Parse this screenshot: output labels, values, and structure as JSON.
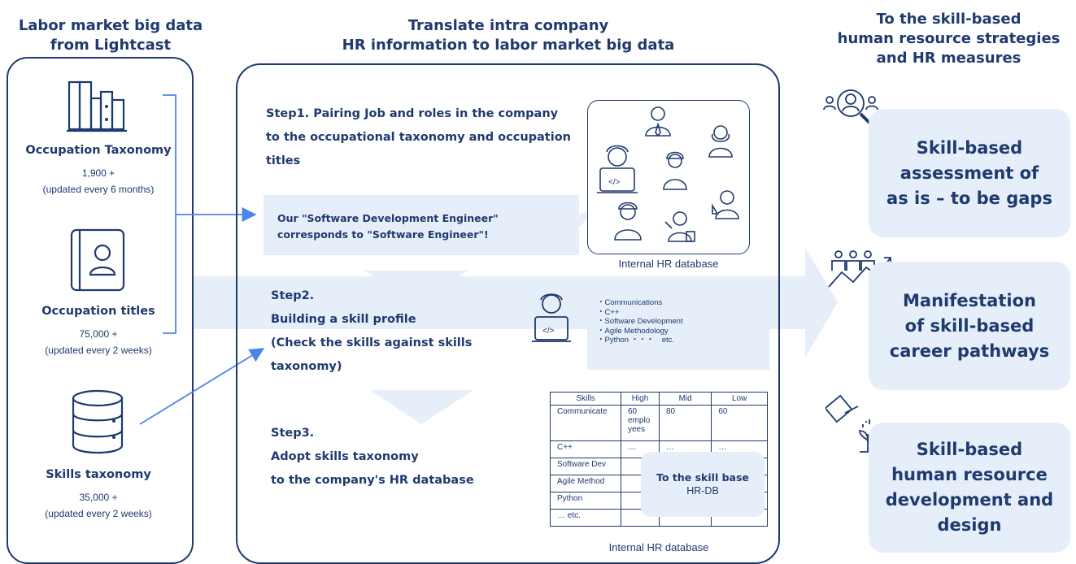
{
  "left": {
    "header_line1": "Labor market big data",
    "header_line2": "from Lightcast",
    "items": [
      {
        "title": "Occupation Taxonomy",
        "count": "1,900 +",
        "note": "(updated every 6 months)"
      },
      {
        "title": "Occupation titles",
        "count": "75,000 +",
        "note": "(updated every 2 weeks)"
      },
      {
        "title": "Skills taxonomy",
        "count": "35,000 +",
        "note": "(updated every 2 weeks)"
      }
    ]
  },
  "middle": {
    "header_line1": "Translate intra company",
    "header_line2": "HR information to labor market big data",
    "step1": [
      "Step1. Pairing Job and roles in the company",
      "to the occupational taxonomy and occupation",
      "titles"
    ],
    "callout1": [
      "Our \"Software Development Engineer\"",
      "corresponds to \"Software Engineer\"!"
    ],
    "db_caption_1": "Internal HR database",
    "step2": [
      "Step2.",
      "Building a skill profile",
      "(Check the skills against skills",
      "taxonomy)"
    ],
    "skill_list": [
      "・Communications",
      "・C++",
      "・Software Development",
      "・Agile Methodology",
      "・Python ・・・　etc."
    ],
    "step3": [
      "Step3.",
      "Adopt skills taxonomy",
      "to the company's HR database"
    ],
    "table": {
      "headers": [
        "Skills",
        "High",
        "Mid",
        "Low"
      ],
      "rows": [
        [
          "Communicate",
          "60 emplo yees",
          "80",
          "60"
        ],
        [
          "C++",
          "…",
          "…",
          "…"
        ],
        [
          "Software Dev",
          "",
          "",
          ""
        ],
        [
          "Agile Method",
          "",
          "",
          ""
        ],
        [
          "Python",
          "",
          "",
          ""
        ],
        [
          "… etc.",
          "",
          "",
          ""
        ]
      ]
    },
    "overlay_line1": "To the skill base",
    "overlay_line2": "HR-DB",
    "db_caption_2": "Internal HR database"
  },
  "right": {
    "header_line1": "To the skill-based",
    "header_line2": "human resource strategies",
    "header_line3": "and HR measures",
    "boxes": [
      [
        "Skill-based",
        "assessment of",
        "as is – to be gaps"
      ],
      [
        "Manifestation",
        "of skill-based",
        "career pathways"
      ],
      [
        "Skill-based",
        "human resource",
        "development and",
        "design"
      ]
    ]
  },
  "colors": {
    "navy": "#1f3a6e",
    "light_blue": "#e6eefa",
    "arrow_blue": "#4a86e8"
  }
}
